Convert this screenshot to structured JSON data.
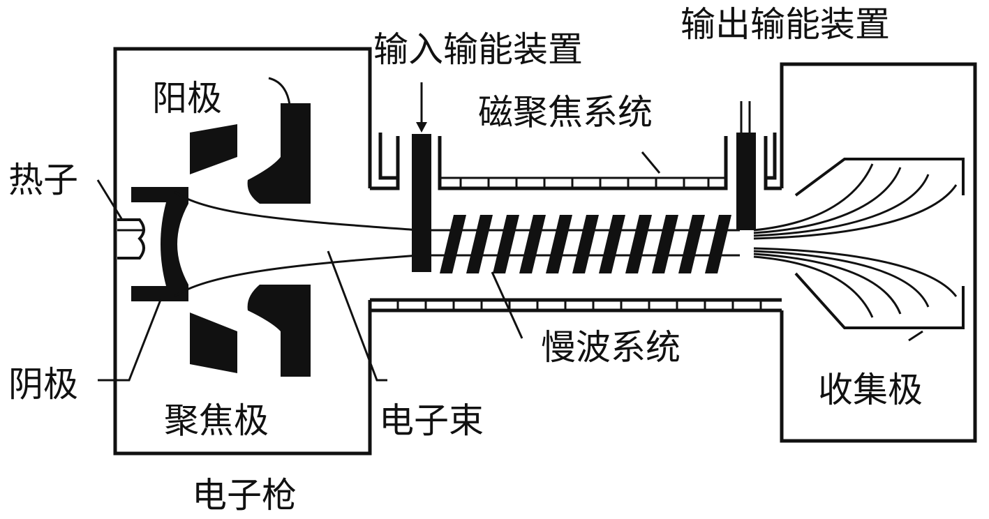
{
  "labels": {
    "input_coupler": "输入输能装置",
    "output_coupler": "输出输能装置",
    "anode": "阳极",
    "magnetic_focusing": "磁聚焦系统",
    "heater": "热子",
    "cathode": "阴极",
    "focusing_electrode": "聚焦极",
    "electron_beam": "电子束",
    "slow_wave": "慢波系统",
    "collector": "收集极",
    "electron_gun": "电子枪"
  },
  "colors": {
    "ink": "#111111",
    "background": "#ffffff"
  }
}
